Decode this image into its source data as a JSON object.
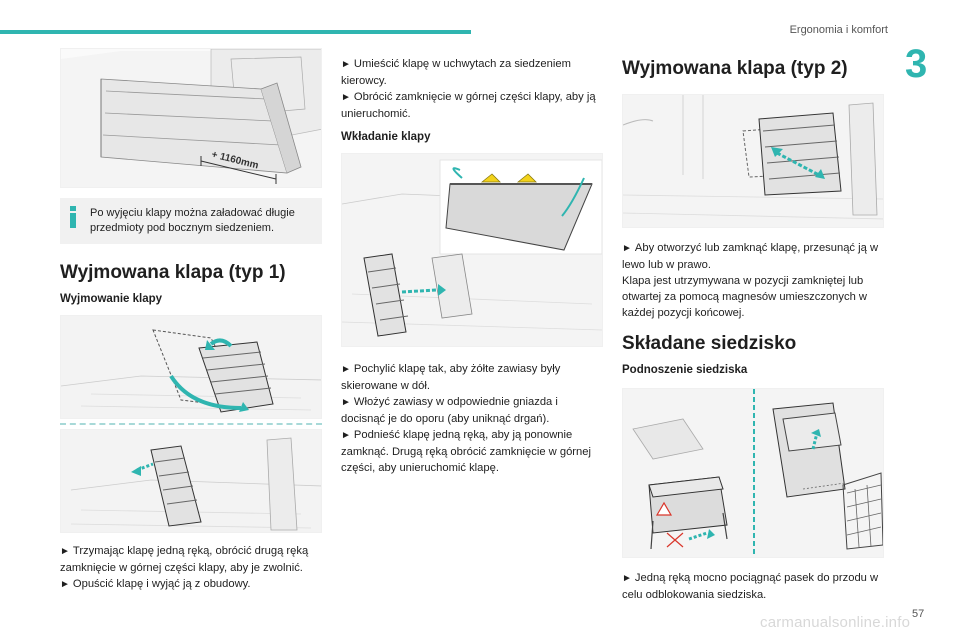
{
  "header": {
    "section_title": "Ergonomia i komfort",
    "chapter_number": "3",
    "page_number": "57"
  },
  "watermark": "carmanualsonline.info",
  "figure1": {
    "dimension_label": "+ 1160mm"
  },
  "info": {
    "text": "Po wyjęciu klapy można załadować długie przedmioty pod bocznym siedzeniem."
  },
  "section1": {
    "title": "Wyjmowana klapa (typ 1)",
    "subtitle": "Wyjmowanie klapy",
    "steps": [
      "Trzymając klapę jedną ręką, obrócić drugą ręką zamknięcie w górnej części klapy, aby je zwolnić.",
      "Opuścić klapę i wyjąć ją z obudowy."
    ]
  },
  "column2": {
    "steps_top": [
      "Umieścić klapę w uchwytach za siedzeniem kierowcy.",
      "Obrócić zamknięcie w górnej części klapy, aby ją unieruchomić."
    ],
    "subtitle": "Wkładanie klapy",
    "steps_bottom": [
      "Pochylić klapę tak, aby żółte zawiasy były skierowane w dół.",
      "Włożyć zawiasy w odpowiednie gniazda i docisnąć je do oporu (aby uniknąć drgań).",
      "Podnieść klapę jedną ręką, aby ją ponownie zamknąć. Drugą ręką obrócić zamknięcie w górnej części, aby unieruchomić klapę."
    ]
  },
  "section2": {
    "title": "Wyjmowana klapa (typ 2)",
    "step": "Aby otworzyć lub zamknąć klapę, przesunąć ją w lewo lub w prawo.",
    "note": "Klapa jest utrzymywana w pozycji zamkniętej lub otwartej za pomocą magnesów umieszczonych w każdej pozycji końcowej."
  },
  "section3": {
    "title": "Składane siedzisko",
    "subtitle": "Podnoszenie siedziska",
    "step": "Jedną ręką mocno pociągnąć pasek do przodu w celu odblokowania siedziska."
  },
  "symbols": {
    "step_arrow": "►"
  },
  "colors": {
    "accent": "#2fb5b0",
    "hinge_yellow": "#f2d21b",
    "warning_red": "#d9362b"
  }
}
